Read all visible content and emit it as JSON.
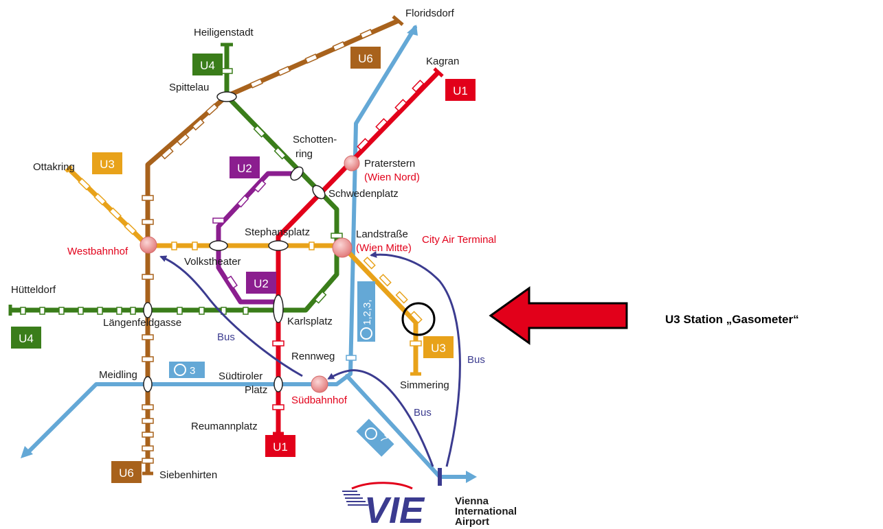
{
  "lines": {
    "U1": {
      "label": "U1",
      "color": "#e2001a"
    },
    "U2": {
      "label": "U2",
      "color": "#8b1e8f"
    },
    "U3": {
      "label": "U3",
      "color": "#e8a21a"
    },
    "U4": {
      "label": "U4",
      "color": "#3a7d1a"
    },
    "U6": {
      "label": "U6",
      "color": "#a8621c"
    },
    "sbahn": {
      "label_1": "1,2,3,",
      "label_2": "3",
      "label_3": "7",
      "color": "#64a8d6"
    },
    "bus": {
      "label": "Bus",
      "color": "#3b3b8f"
    }
  },
  "stations": {
    "floridsdorf": "Floridsdorf",
    "heiligenstadt": "Heiligenstadt",
    "kagran": "Kagran",
    "spittelau": "Spittelau",
    "ottakring": "Ottakring",
    "schottenring_1": "Schotten-",
    "schottenring_2": "ring",
    "praterstern": "Praterstern",
    "wien_nord": "(Wien Nord)",
    "schwedenplatz": "Schwedenplatz",
    "stephansplatz": "Stephansplatz",
    "landstrasse": "Landstraße",
    "wien_mitte": "(Wien Mitte)",
    "city_air_terminal": "City   Air Terminal",
    "westbahnhof": "Westbahnhof",
    "volkstheater": "Volkstheater",
    "huetteldorf": "Hütteldorf",
    "laengenfeldgasse": "Längenfeldgasse",
    "karlsplatz": "Karlsplatz",
    "rennweg": "Rennweg",
    "meidling": "Meidling",
    "suedtiroler_1": "Südtiroler",
    "suedtiroler_2": "Platz",
    "suedbahnhof": "Südbahnhof",
    "simmering": "Simmering",
    "reumannplatz": "Reumannplatz",
    "siebenhirten": "Siebenhirten"
  },
  "airport": {
    "line1": "Vienna",
    "line2": "International",
    "line3": "Airport",
    "logo": "VIE"
  },
  "callout": {
    "text": "U3 Station „Gasometer“",
    "arrow_color": "#e2001a",
    "circle_color": "#000000"
  }
}
